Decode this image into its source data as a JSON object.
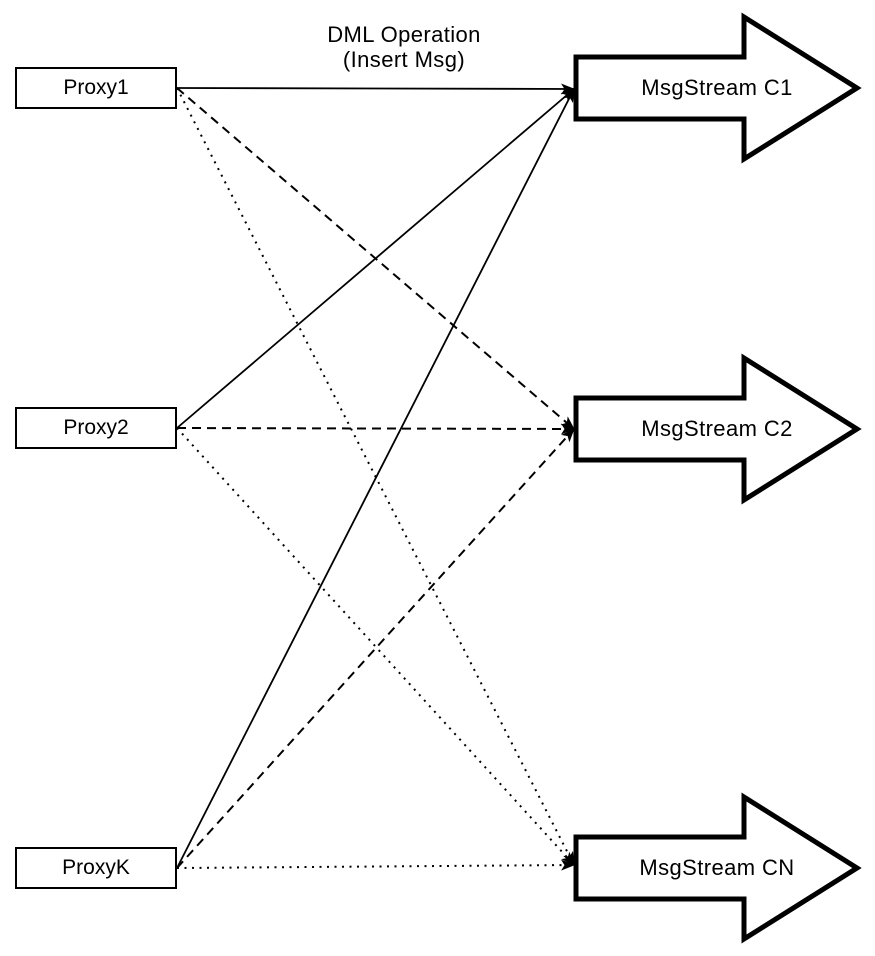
{
  "diagram": {
    "edge_label": {
      "line1": "DML Operation",
      "line2": "(Insert Msg)"
    },
    "proxies": [
      {
        "id": "proxy1",
        "label": "Proxy1"
      },
      {
        "id": "proxy2",
        "label": "Proxy2"
      },
      {
        "id": "proxyk",
        "label": "ProxyK"
      }
    ],
    "streams": [
      {
        "id": "c1",
        "label": "MsgStream C1"
      },
      {
        "id": "c2",
        "label": "MsgStream C2"
      },
      {
        "id": "cn",
        "label": "MsgStream CN"
      }
    ],
    "edges": [
      {
        "from": "proxy1",
        "to": "c1",
        "style": "solid"
      },
      {
        "from": "proxy1",
        "to": "c2",
        "style": "dashed"
      },
      {
        "from": "proxy1",
        "to": "cn",
        "style": "dotted"
      },
      {
        "from": "proxy2",
        "to": "c1",
        "style": "solid"
      },
      {
        "from": "proxy2",
        "to": "c2",
        "style": "dashed"
      },
      {
        "from": "proxy2",
        "to": "cn",
        "style": "dotted"
      },
      {
        "from": "proxyk",
        "to": "c1",
        "style": "solid"
      },
      {
        "from": "proxyk",
        "to": "c2",
        "style": "dashed"
      },
      {
        "from": "proxyk",
        "to": "cn",
        "style": "dotted"
      }
    ],
    "colors": {
      "stroke": "#000000",
      "fill": "#ffffff",
      "text": "#000000"
    }
  }
}
